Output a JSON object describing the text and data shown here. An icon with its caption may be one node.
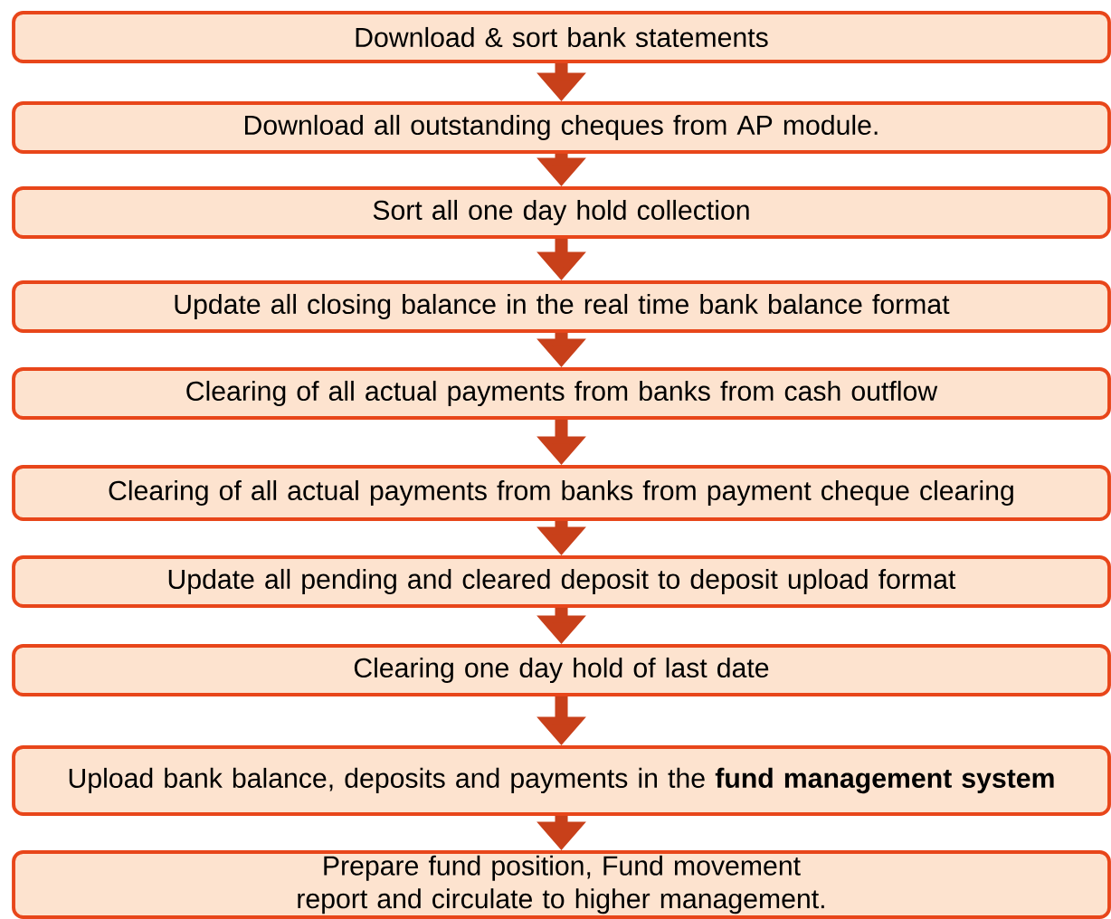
{
  "diagram": {
    "nodes": [
      {
        "text": [
          "Download & sort bank statements"
        ]
      },
      {
        "text": [
          "Download all outstanding cheques from AP module."
        ]
      },
      {
        "text": [
          "Sort all one day hold collection"
        ]
      },
      {
        "text": [
          "Update all closing balance in the real time bank balance format"
        ]
      },
      {
        "text": [
          "Clearing of all actual payments from banks from cash outflow"
        ]
      },
      {
        "text": [
          "Clearing of all actual payments from banks from payment cheque clearing"
        ]
      },
      {
        "text": [
          "Update all pending and cleared deposit to deposit upload format"
        ]
      },
      {
        "text": [
          "Clearing one day hold of last date"
        ]
      },
      {
        "text": [
          "Upload bank balance, deposits and payments in the **fund management system**"
        ]
      },
      {
        "text": [
          "Prepare fund position, Fund movement report and circulate to higher management."
        ]
      }
    ],
    "edges": [
      {
        "from": 0,
        "to": 1,
        "arrow": "to"
      },
      {
        "from": 1,
        "to": 2,
        "arrow": "to"
      },
      {
        "from": 2,
        "to": 3,
        "arrow": "to"
      },
      {
        "from": 3,
        "to": 4,
        "arrow": "to"
      },
      {
        "from": 4,
        "to": 5,
        "arrow": "to"
      },
      {
        "from": 5,
        "to": 6,
        "arrow": "to"
      },
      {
        "from": 6,
        "to": 7,
        "arrow": "to"
      },
      {
        "from": 7,
        "to": 8,
        "arrow": "to"
      },
      {
        "from": 8,
        "to": 9,
        "arrow": "to"
      }
    ]
  }
}
